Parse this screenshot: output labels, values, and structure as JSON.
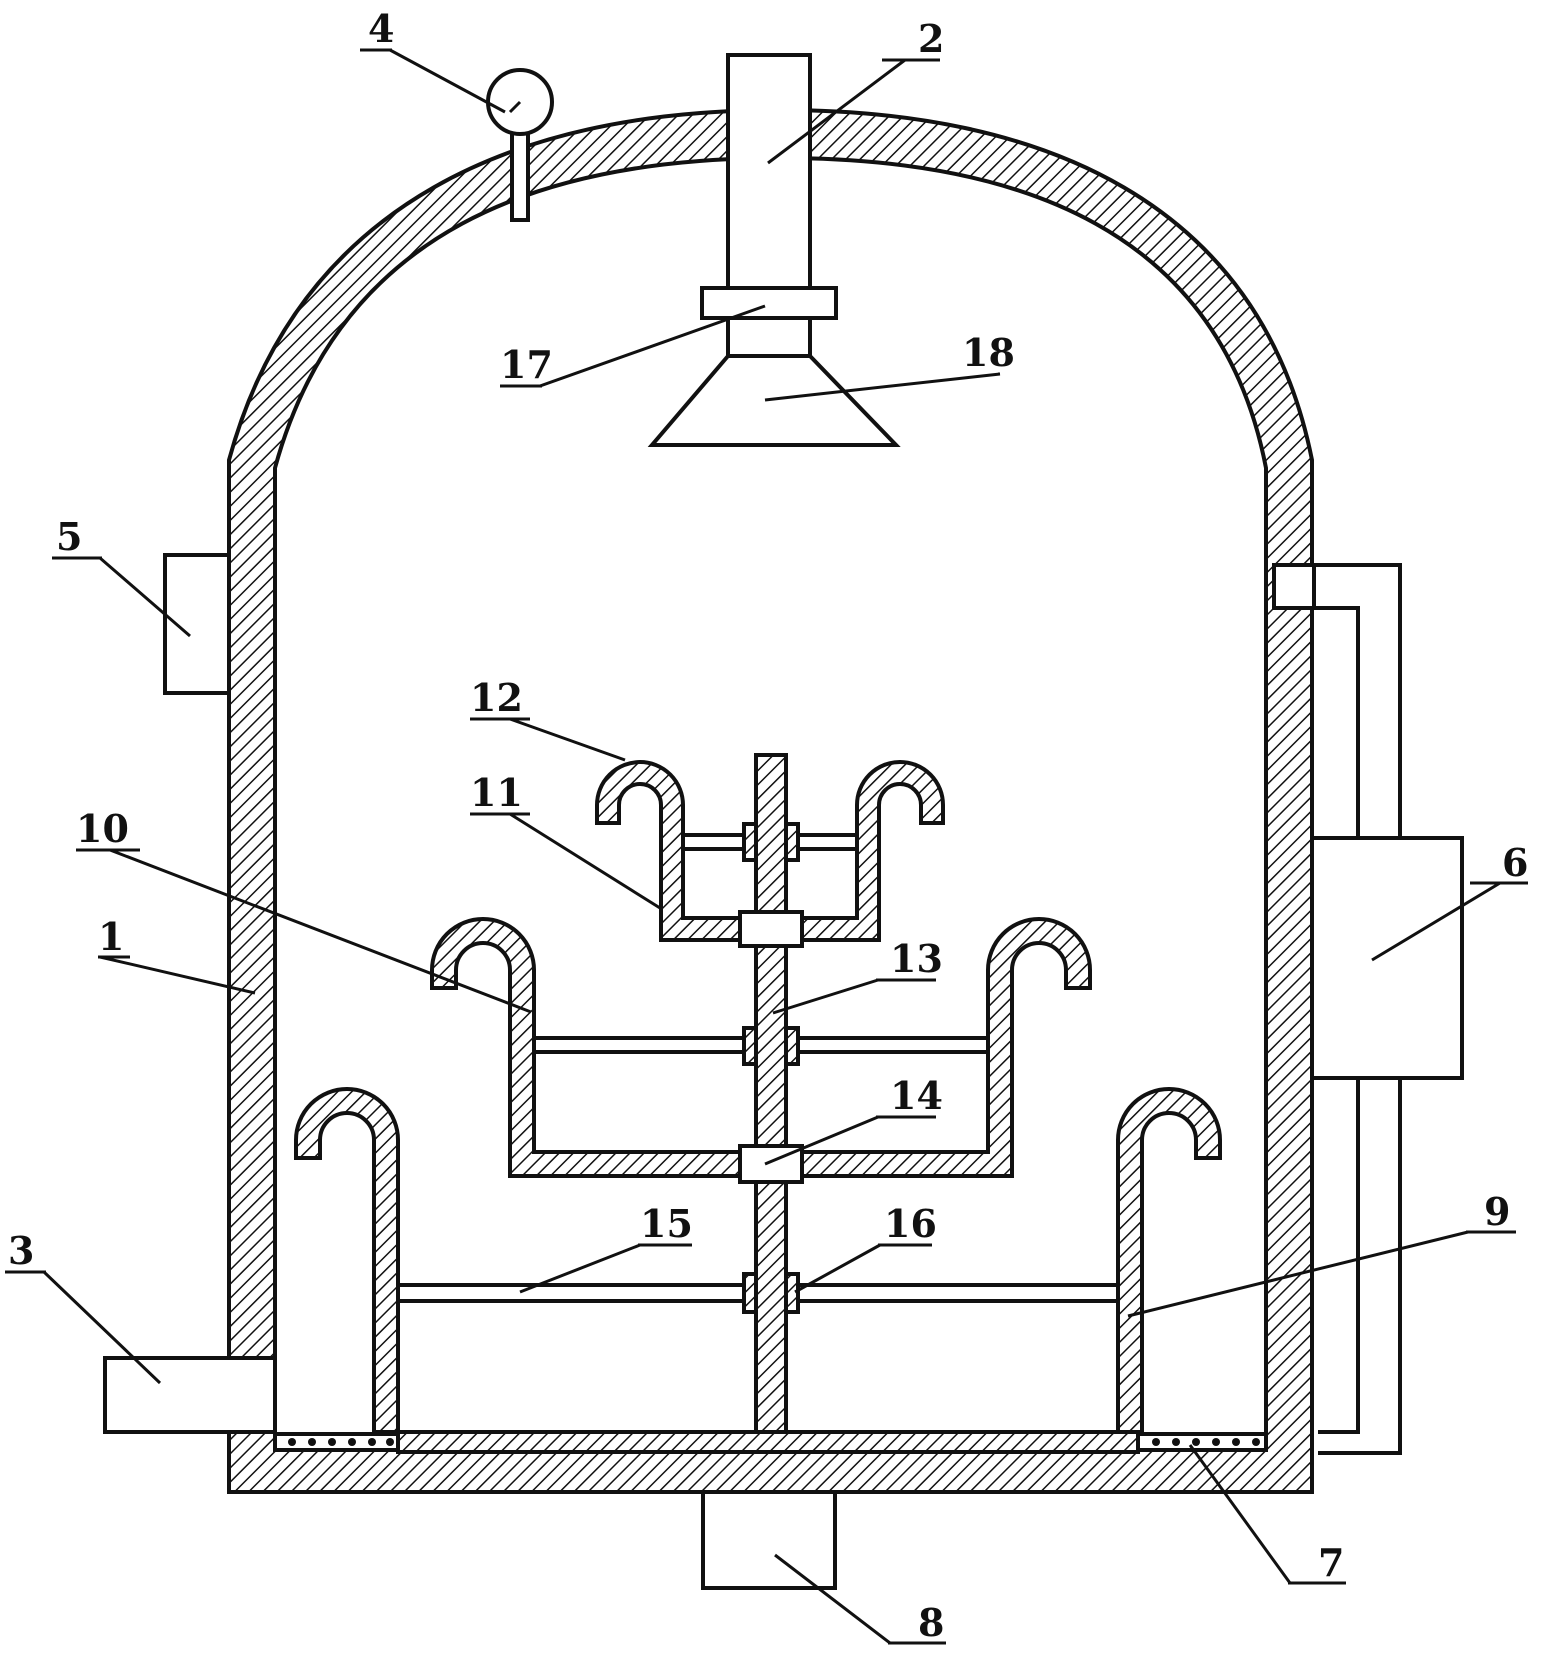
{
  "figure": {
    "labels": [
      {
        "id": "1",
        "text": "1"
      },
      {
        "id": "2",
        "text": "2"
      },
      {
        "id": "3",
        "text": "3"
      },
      {
        "id": "4",
        "text": "4"
      },
      {
        "id": "5",
        "text": "5"
      },
      {
        "id": "6",
        "text": "6"
      },
      {
        "id": "7",
        "text": "7"
      },
      {
        "id": "8",
        "text": "8"
      },
      {
        "id": "9",
        "text": "9"
      },
      {
        "id": "10",
        "text": "10"
      },
      {
        "id": "11",
        "text": "11"
      },
      {
        "id": "12",
        "text": "12"
      },
      {
        "id": "13",
        "text": "13"
      },
      {
        "id": "14",
        "text": "14"
      },
      {
        "id": "15",
        "text": "15"
      },
      {
        "id": "16",
        "text": "16"
      },
      {
        "id": "17",
        "text": "17"
      },
      {
        "id": "18",
        "text": "18"
      }
    ]
  }
}
